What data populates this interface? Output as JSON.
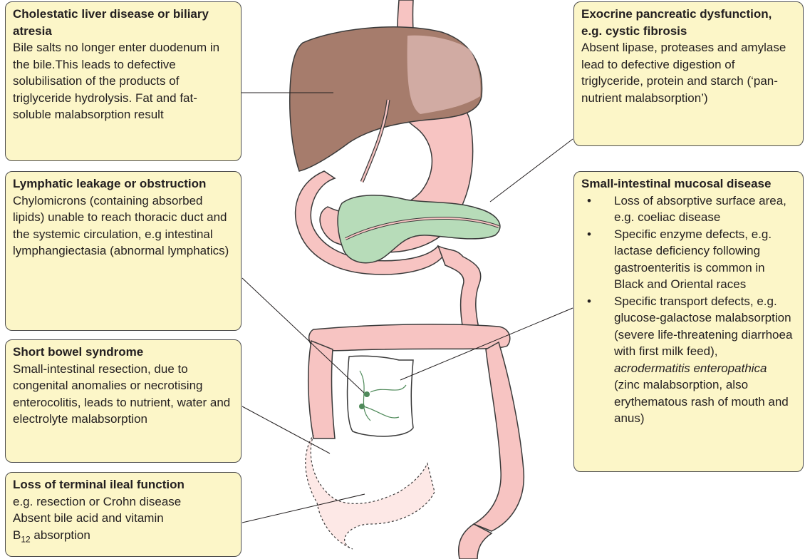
{
  "boxes": {
    "cholestatic": {
      "title": "Cholestatic liver disease or biliary atresia",
      "body": "Bile salts no longer enter duodenum in the bile.This leads to defective solubilisation of the products of triglyceride hydrolysis. Fat and fat-soluble malabsorption result"
    },
    "lymphatic": {
      "title": "Lymphatic leakage or obstruction",
      "body": "Chylomicrons (containing absorbed lipids) unable to reach thoracic duct and the systemic circulation, e.g intestinal lymphangiectasia (abnormal lymphatics)"
    },
    "short_bowel": {
      "title": "Short bowel syndrome",
      "body": "Small-intestinal resection, due to congenital anomalies or necrotising enterocolitis, leads to nutrient, water and electrolyte malabsorption"
    },
    "terminal_ileal": {
      "title": "Loss of terminal ileal function",
      "line1": "e.g. resection or Crohn disease",
      "line2": "Absent bile acid and vitamin",
      "line3_pre": "B",
      "line3_sub": "12",
      "line3_post": " absorption"
    },
    "exocrine": {
      "title": "Exocrine pancreatic dysfunction, e.g. cystic fibrosis",
      "body": "Absent lipase, proteases and amylase lead to defective digestion of triglyceride, protein and starch (‘pan-nutrient malabsorption’)"
    },
    "mucosal": {
      "title": "Small-intestinal mucosal disease",
      "bullet1": "Loss of absorptive surface area, e.g. coeliac disease",
      "bullet2": "Specific enzyme defects, e.g. lactase deficiency following gastroenteritis is common in Black and Oriental races",
      "bullet3_a": "Specific transport defects, e.g. glucose-galactose malabsorption (severe life-threatening diarrhoea with first milk feed), ",
      "bullet3_italic": "acrodermatitis enteropathica",
      "bullet3_b": " (zinc malabsorption, also erythematous rash of mouth and anus)"
    }
  },
  "colors": {
    "box_fill": "#fcf6c8",
    "liver": "#a67c6c",
    "gut": "#f7c4c2",
    "pancreas": "#b7dcb9",
    "resected": "#fde8e6"
  }
}
